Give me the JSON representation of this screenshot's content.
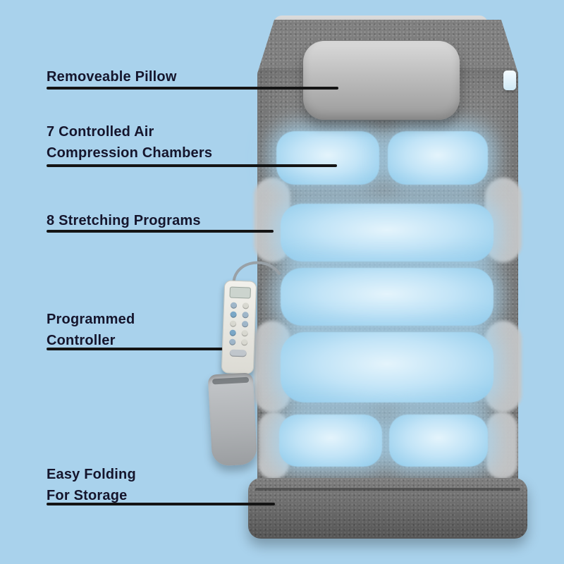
{
  "scene": {
    "background_color": "#a9d2ec",
    "label_color": "#15152c",
    "line_color": "#141414"
  },
  "callouts": [
    {
      "id": "removeable-pillow",
      "text": "Removeable Pillow"
    },
    {
      "id": "air-chambers",
      "text": "7 Controlled Air\nCompression Chambers"
    },
    {
      "id": "stretching-programs",
      "text": "8 Stretching Programs"
    },
    {
      "id": "programmed-controller",
      "text": "Programmed\nController"
    },
    {
      "id": "easy-folding",
      "text": "Easy Folding\nFor Storage"
    }
  ],
  "product": {
    "description": "grey stretching massage mat with glowing blue air chambers, removable pillow, wired remote controller in side pouch, folded base",
    "visible_chamber_count": 7,
    "colors": {
      "mat_fabric": "#7f7f7f",
      "side_bolster": "#c6c7c8",
      "pillow": "#bdbdbd",
      "chamber_blue": "#a0d3ef",
      "controller_body": "#f2f1ec",
      "pouch": "#aeb1b4",
      "folded_base": "#6d6d6d"
    }
  }
}
